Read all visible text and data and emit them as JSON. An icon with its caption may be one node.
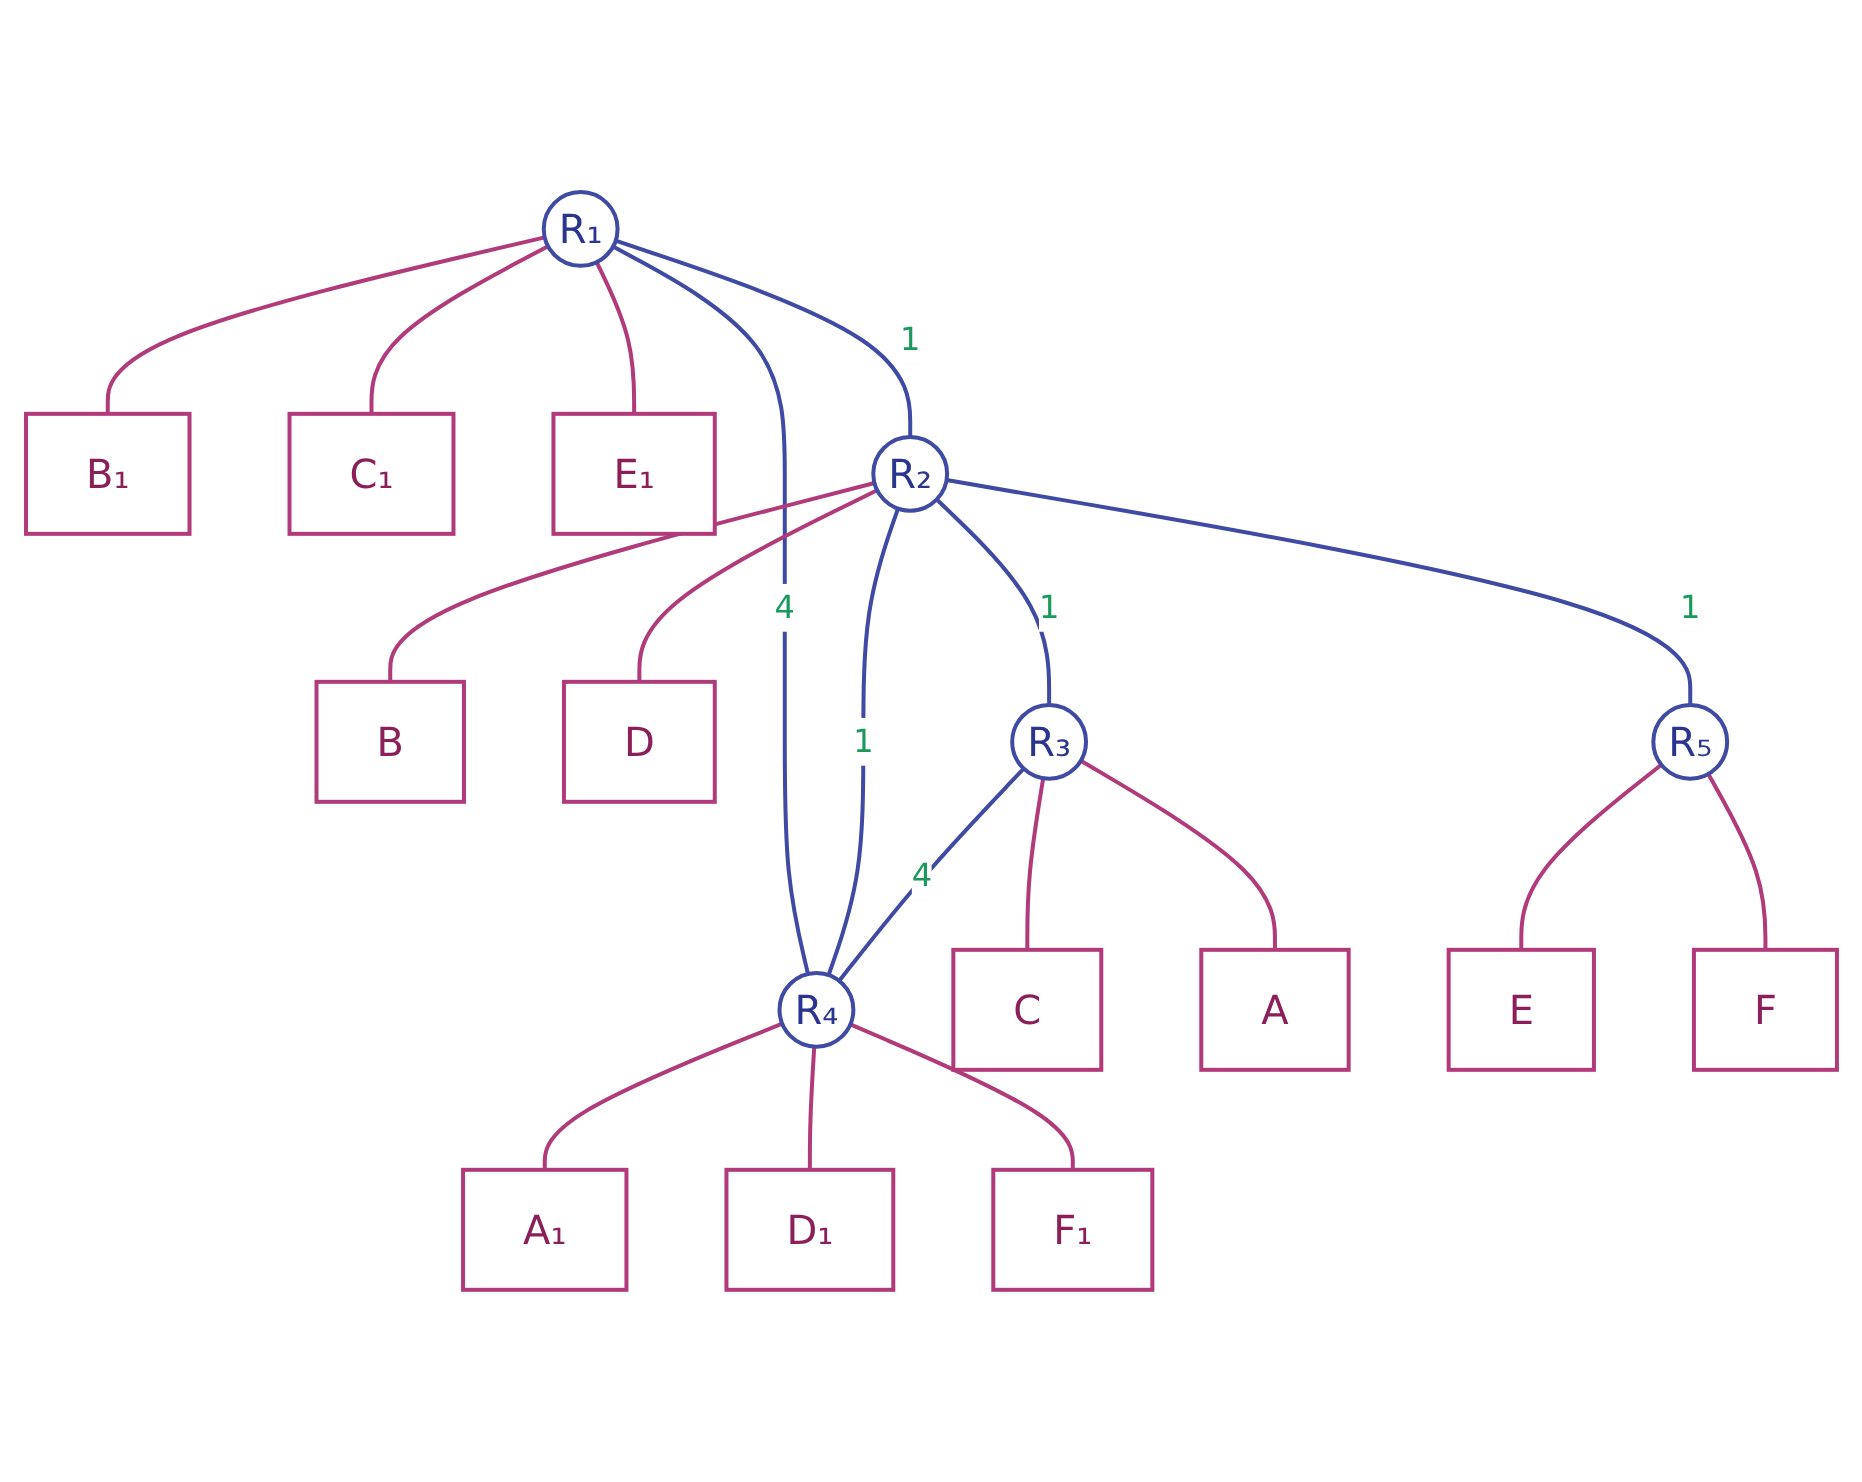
{
  "diagram": {
    "nodes": [
      {
        "text": [
          "B₁"
        ]
      },
      {
        "text": [
          "C₁"
        ]
      },
      {
        "text": [
          "E₁"
        ]
      },
      {
        "text": [
          "R₁"
        ]
      },
      {
        "text": [
          "B"
        ]
      },
      {
        "text": [
          "D"
        ]
      },
      {
        "text": [
          "R₂"
        ]
      },
      {
        "text": [
          "A₁"
        ]
      },
      {
        "text": [
          "R₄"
        ]
      },
      {
        "text": [
          "D₁"
        ]
      },
      {
        "text": [
          "F₁"
        ]
      },
      {
        "text": [
          "R₃"
        ]
      },
      {
        "text": [
          "R₅"
        ]
      },
      {
        "text": [
          "C"
        ]
      },
      {
        "text": [
          "A"
        ]
      },
      {
        "text": [
          "E"
        ]
      },
      {
        "text": [
          "F"
        ]
      }
    ],
    "edges": [
      {
        "from": 3,
        "to": 0,
        "arrow": "none"
      },
      {
        "from": 3,
        "to": 1,
        "arrow": "none"
      },
      {
        "from": 3,
        "to": 2,
        "arrow": "none"
      },
      {
        "from": 3,
        "to": 6,
        "arrow": "none",
        "label": "1",
        "color": "#3f4aa3"
      },
      {
        "from": 3,
        "to": 8,
        "arrow": "none",
        "label": "4",
        "color": "#3f4aa3"
      },
      {
        "from": 6,
        "to": 4,
        "arrow": "none"
      },
      {
        "from": 6,
        "to": 5,
        "arrow": "none"
      },
      {
        "from": 6,
        "to": 8,
        "arrow": "none",
        "label": "1",
        "color": "#3f4aa3"
      },
      {
        "from": 6,
        "to": 11,
        "arrow": "none",
        "label": "1",
        "color": "#3f4aa3"
      },
      {
        "from": 6,
        "to": 12,
        "arrow": "none",
        "label": "1",
        "color": "#3f4aa3"
      },
      {
        "from": 8,
        "to": 7,
        "arrow": "none"
      },
      {
        "from": 8,
        "to": 9,
        "arrow": "none"
      },
      {
        "from": 8,
        "to": 10,
        "arrow": "none"
      },
      {
        "from": 11,
        "to": 8,
        "arrow": "none",
        "label": "4",
        "color": "#3f4aa3"
      },
      {
        "from": 11,
        "to": 13,
        "arrow": "none"
      },
      {
        "from": 11,
        "to": 14,
        "arrow": "none"
      },
      {
        "from": 12,
        "to": 15,
        "arrow": "none"
      },
      {
        "from": 12,
        "to": 16,
        "arrow": "none"
      }
    ]
  }
}
